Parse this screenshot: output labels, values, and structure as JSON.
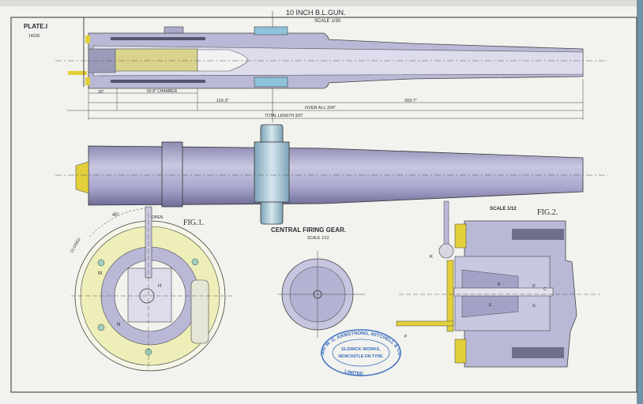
{
  "plate": {
    "label": "PLATE.I",
    "number": "14228."
  },
  "title": {
    "main": "10 INCH B.L.GUN.",
    "scale": "SCALE 1/30."
  },
  "dimensions": {
    "d20": "20\"",
    "chamber": "50·8\" CHAMBER",
    "d116": "116·3\"",
    "d203": "203·7\"",
    "overall": "OVER ALL 334\"",
    "total": "TOTAL LENGTH 320\""
  },
  "fig1": {
    "title": "FIG.1.",
    "angle": "45°",
    "open": "OPEN",
    "closed": "CLOSED",
    "labels": [
      "M",
      "H",
      "N"
    ]
  },
  "firing_gear": {
    "title": "CENTRAL FIRING GEAR.",
    "scale": "SCALE 1/12."
  },
  "fig2": {
    "title": "FIG.2.",
    "scale": "SCALE 1/12",
    "labels": [
      "K",
      "B",
      "D",
      "C",
      "E",
      "G",
      "P"
    ]
  },
  "stamp": {
    "outer_top": "SIR W. G. ARMSTRONG, MITCHELL & Co",
    "line1": "ELSWICK WORKS,",
    "line2": "NEWCASTLE-ON-TYNE.",
    "outer_bottom": "LIMITED"
  },
  "colors": {
    "paper": "#f2f2ee",
    "steel": "#b9b8d6",
    "steel_dark": "#8f8db5",
    "brass": "#e2cf3a",
    "yellow_plate": "#eeeeb8",
    "blue": "#8fc3da",
    "stamp": "#3c6fbf"
  }
}
